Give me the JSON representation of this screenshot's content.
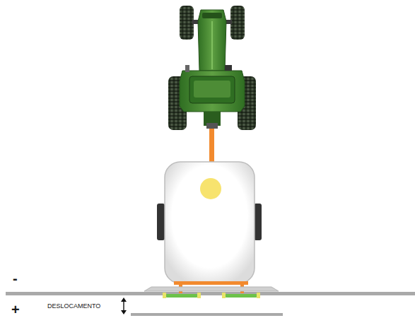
{
  "diagram": {
    "labels": [
      "-",
      "+",
      "DESLOCAMENTO"
    ]
  }
}
